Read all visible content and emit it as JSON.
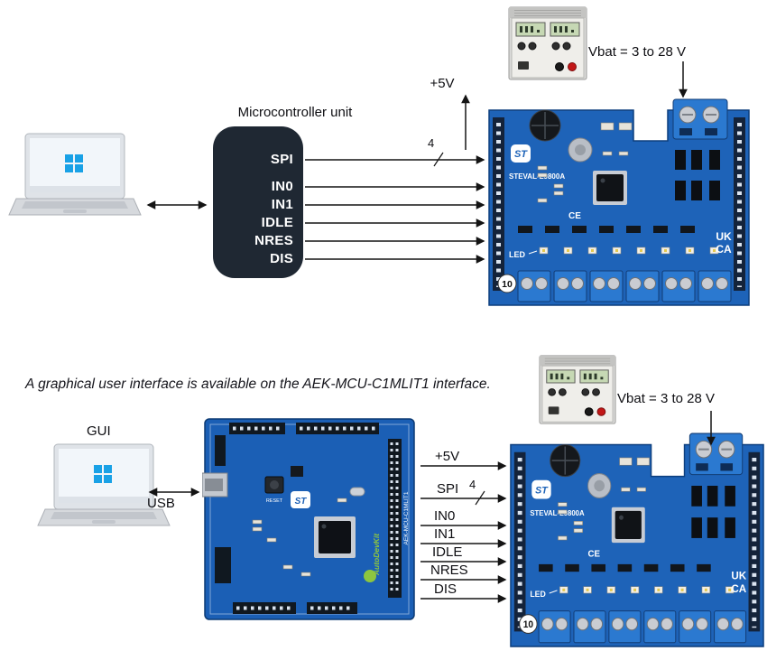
{
  "colors": {
    "pcb_blue": "#1e63b8",
    "mcu_block": "#1f2833",
    "windows_blue": "#19a1e6",
    "autodevkit_green": "#8dc63f",
    "arrow_black": "#141414"
  },
  "top_section": {
    "mcu_title": "Microcontroller unit",
    "signals": [
      "SPI",
      "IN0",
      "IN1",
      "IDLE",
      "NRES",
      "DIS"
    ],
    "plus5v_label": "+5V",
    "bus_width": "4",
    "vbat_label": "Vbat = 3 to 28 V"
  },
  "bottom_section": {
    "caption": "A graphical user interface is available on the AEK-MCU-C1MLIT1 interface.",
    "gui_label": "GUI",
    "usb_label": "USB",
    "plus5v_label": "+5V",
    "bus_width": "4",
    "signals": [
      "SPI",
      "IN0",
      "IN1",
      "IDLE",
      "NRES",
      "DIS"
    ],
    "vbat_label": "Vbat = 3 to 28 V"
  },
  "steval_board": {
    "logo": "ST",
    "name": "STEVAL-L9800A",
    "ce_mark": "CE",
    "led_label": "LED",
    "ukca_line1": "UK",
    "ukca_line2": "CA",
    "marker_number": "10"
  },
  "mcu_board": {
    "logo": "ST",
    "reset_label": "RESET",
    "autodevkit_label": "AutoDevKit",
    "board_id": "AEK-MCU-C1MLIT1"
  }
}
